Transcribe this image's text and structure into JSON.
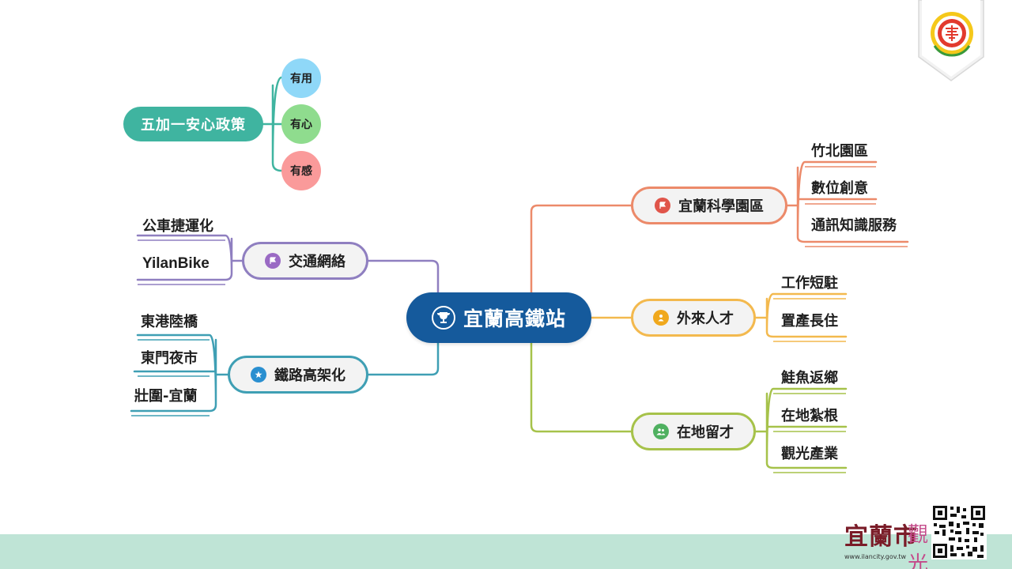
{
  "center": {
    "label": "宜蘭高鐵站",
    "icon": "trophy-icon"
  },
  "policy": {
    "label": "五加一安心政策",
    "items": [
      {
        "label": "有用",
        "color": "#8fd8f8"
      },
      {
        "label": "有心",
        "color": "#8fdc8e"
      },
      {
        "label": "有感",
        "color": "#fa9a9a"
      }
    ]
  },
  "branches": {
    "science_park": {
      "label": "宜蘭科學園區",
      "color": "#ec8a6a",
      "icon": "flag-icon",
      "leaves": [
        "竹北園區",
        "數位創意",
        "通訊知識服務"
      ]
    },
    "talent": {
      "label": "外來人才",
      "color": "#f3b94e",
      "icon": "person-icon",
      "leaves": [
        "工作短駐",
        "置產長住"
      ]
    },
    "local": {
      "label": "在地留才",
      "color": "#a6c24a",
      "icon": "people-icon",
      "leaves": [
        "鮭魚返鄉",
        "在地紮根",
        "觀光產業"
      ]
    },
    "transit": {
      "label": "交通網絡",
      "color": "#8f7fc0",
      "icon": "flag-icon",
      "leaves": [
        "公車捷運化",
        "YilanBike"
      ]
    },
    "rail": {
      "label": "鐵路高架化",
      "color": "#3f9fb4",
      "icon": "star-icon",
      "leaves": [
        "東港陸橋",
        "東門夜市",
        "壯圍-宜蘭"
      ]
    }
  },
  "footer": {
    "brand": "宜蘭市",
    "brand_secondary": "觀光",
    "url": "www.ilancity.gov.tw",
    "band_color": "#bfe4d6"
  },
  "colors": {
    "center": "#155a9c",
    "policy": "#3fb4a0"
  }
}
